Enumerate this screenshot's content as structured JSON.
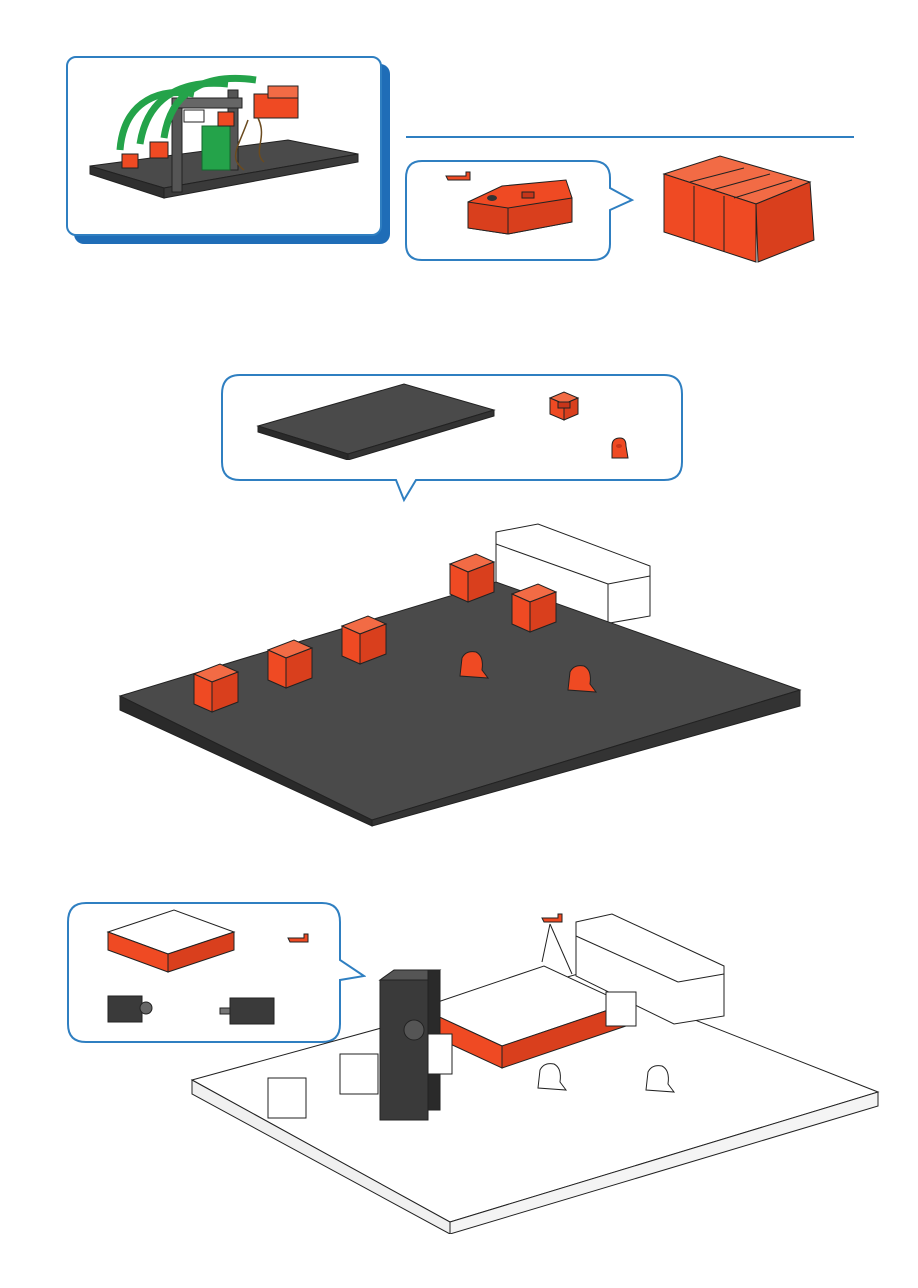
{
  "page": {
    "title": "",
    "step_numbers": []
  },
  "colors": {
    "accent_blue": "#2f7fc1",
    "brick_red": "#ef4a23",
    "baseplate_dark": "#4a4a4a",
    "outline_gray": "#222222",
    "ghost_white": "#ffffff",
    "tube_green": "#24a34a"
  },
  "steps": [
    {
      "name": "model-preview",
      "parts": [
        "finished-car-wash-model"
      ]
    },
    {
      "name": "battery-step",
      "parts": [
        "connector-clip",
        "battery-holder",
        "battery-box"
      ]
    },
    {
      "name": "baseplate-step",
      "parts": [
        "baseplate",
        "building-block-15",
        "angle-block"
      ]
    },
    {
      "name": "controller-step",
      "parts": [
        "controller-board",
        "connector-clip",
        "mini-switch",
        "motor"
      ]
    }
  ]
}
